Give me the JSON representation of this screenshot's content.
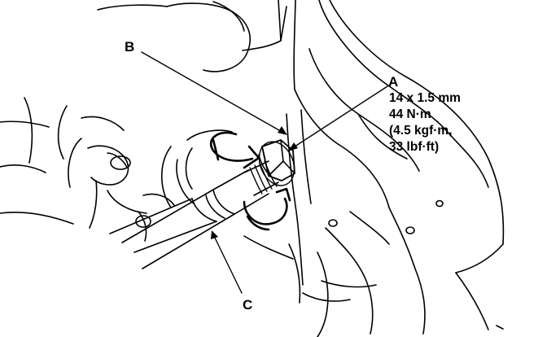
{
  "callouts": {
    "a": "A",
    "b": "B",
    "c": "C"
  },
  "spec": {
    "thread": "14 x 1.5 mm",
    "torque_nm": "44 N·m",
    "torque_kgfm": "(4.5 kgf·m,",
    "torque_lbfft": "33 lbf·ft)"
  },
  "colors": {
    "ink": "#000000",
    "paper": "#ffffff"
  },
  "icons": [
    "rotation-arrow-icon",
    "rotation-arrow-icon"
  ]
}
